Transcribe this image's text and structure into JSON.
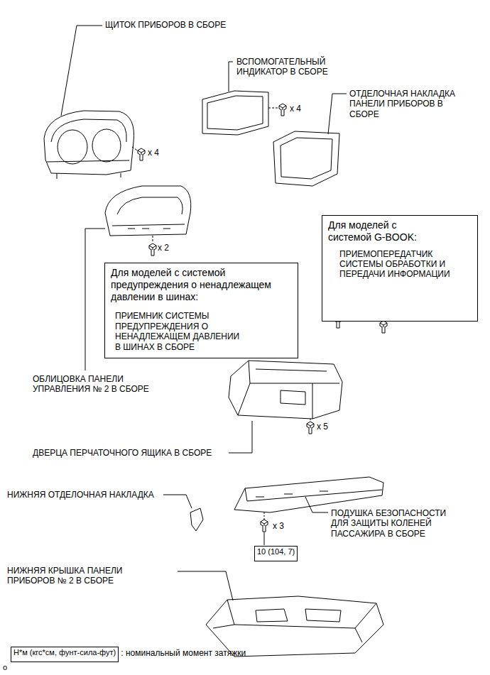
{
  "diagram": {
    "nodes": [
      {
        "text": [
          "Для моделей с системой G-BOOK:",
          "ПРИЕМОПЕРЕДАТЧИК СИСТЕМЫ ОБРАБОТКИ И ПЕРЕДАЧИ ИНФОРМАЦИИ"
        ]
      },
      {
        "text": [
          "Для моделей с системой предупреждения о ненадлежащем давлении в шинах:",
          "ПРИЕМНИК СИСТЕМЫ ПРЕДУПРЕЖДЕНИЯ О НЕНАДЛЕЖАЩЕМ ДАВЛЕНИИ В ШИНАХ В СБОРЕ"
        ]
      },
      {
        "text": [
          "10 (104, 7)"
        ]
      },
      {
        "text": [
          "Н*м (кгс*см, фунт-сила-фут)"
        ]
      }
    ],
    "labels": [
      "ЩИТОК ПРИБОРОВ В СБОРЕ",
      "ВСПОМОГАТЕЛЬНЫЙ ИНДИКАТОР В СБОРЕ",
      "x 4",
      "ОТДЕЛОЧНАЯ НАКЛАДКА ПАНЕЛИ ПРИБОРОВ В СБОРЕ",
      "x 4",
      "x 2",
      "ОБЛИЦОВКА ПАНЕЛИ УПРАВЛЕНИЯ № 2 В СБОРЕ",
      "x 5",
      "ДВЕРЦА ПЕРЧАТОЧНОГО ЯЩИКА В СБОРЕ",
      "НИЖНЯЯ ОТДЕЛОЧНАЯ НАКЛАДКА",
      "ПОДУШКА БЕЗОПАСНОСТИ ДЛЯ ЗАЩИТЫ КОЛЕНЕЙ ПАССАЖИРА В СБОРЕ",
      "x 3",
      "НИЖНЯЯ КРЫШКА ПАНЕЛИ ПРИБОРОВ № 2 В СБОРЕ",
      ": номинальный момент затяжки",
      "o"
    ]
  }
}
